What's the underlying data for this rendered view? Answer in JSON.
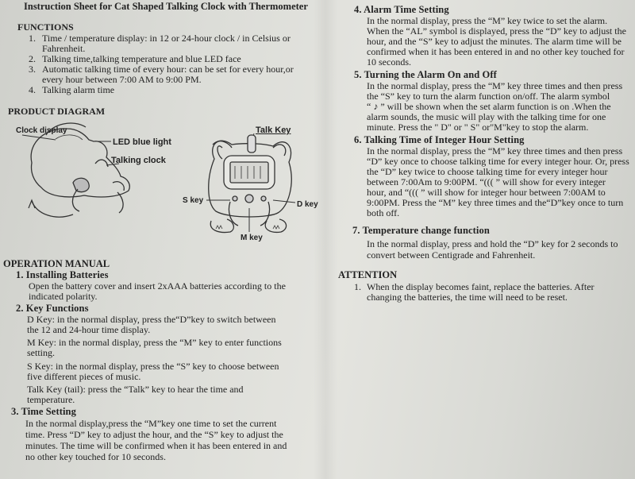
{
  "left": {
    "title": "Instruction Sheet for Cat Shaped Talking Clock with Thermometer",
    "functions_heading": "FUNCTIONS",
    "functions": [
      {
        "num": "1.",
        "lines": [
          "Time / temperature display: in 12 or 24-hour clock / in Celsius or",
          "Fahrenheit."
        ]
      },
      {
        "num": "2.",
        "lines": [
          "Talking time,talking temperature and blue LED face"
        ]
      },
      {
        "num": "3.",
        "lines": [
          "Automatic talking time of every hour: can be set for every hour,or",
          "every hour between 7:00 AM to 9:00 PM."
        ]
      },
      {
        "num": "4.",
        "lines": [
          "Talking alarm time"
        ]
      }
    ],
    "product_heading": "PRODUCT DIAGRAM",
    "diagram_labels": {
      "clock_display": "Clock display",
      "led": "LED blue light",
      "talking_clock": "Talking clock",
      "talk_key": "Talk Key",
      "s_key": "S key",
      "d_key": "D key",
      "m_key": "M key"
    },
    "operation_heading": "OPERATION MANUAL",
    "op1_heading": "1.   Installing Batteries",
    "op1_lines": [
      "Open the battery cover and insert 2xAAA batteries according to the",
      "indicated polarity."
    ],
    "op2_heading": "2.   Key Functions",
    "op2_lines": [
      "D Key: in the normal display, press the“D”key to switch between",
      "the 12 and 24-hour time display.",
      "M Key: in the  normal display, press the “M” key to enter functions",
      "setting.",
      "S Key: in the normal display, press the “S” key to choose between",
      "five different pieces of music.",
      "Talk Key (tail): press the “Talk” key to hear the time and",
      "temperature."
    ],
    "op3_heading": "3.   Time Setting",
    "op3_lines": [
      "In the normal display,press the “M”key one time to set the current",
      "time.  Press “D” key to adjust the hour, and the “S” key to adjust the",
      "minutes. The time will be confirmed when it has been entered in and",
      "no other key touched for 10 seconds."
    ]
  },
  "right": {
    "s4_heading": "4.   Alarm Time Setting",
    "s4_lines": [
      "In the normal display, press the “M” key twice to set the alarm.",
      "When the “AL” symbol is displayed, press the “D” key to adjust the",
      "hour, and the “S” key to adjust the minutes. The alarm time will be",
      "confirmed when it has been entered in and no other key touched for",
      "10 seconds."
    ],
    "s5_heading": "5.   Turning the Alarm On and Off",
    "s5_lines": [
      "In the normal display, press the “M” key three times and then press",
      "the “S” key to turn the alarm function on/off. The alarm symbol",
      "“ ♪ ” will be shown when the set alarm function is on .When the",
      "alarm sounds, the music will play with the talking time for one",
      "minute. Press the \" D\" or \" S\" or\"M\"key to stop the alarm."
    ],
    "s6_heading": "6.   Talking Time of Integer Hour Setting",
    "s6_lines": [
      "In the normal display, press the “M” key three times and then press",
      "“D” key once to choose talking time for every integer hour. Or, press",
      "the “D” key twice to choose talking time for every integer hour",
      "between 7:00Am to 9:00PM.  “((( ” will show for every integer",
      "hour, and “((( ” will show for integer hour between 7:00AM to",
      "9:00PM. Press the “M” key three times and the“D”key once to turn",
      "both off."
    ],
    "s7_heading": "7.   Temperature change function",
    "s7_lines": [
      "In the normal display, press and hold the “D” key for 2 seconds to",
      "convert between Centigrade and Fahrenheit."
    ],
    "attention_heading": "ATTENTION",
    "attention_num": "1.",
    "attention_lines": [
      "When the display becomes faint, replace the batteries. After",
      "changing the batteries, the time will need to be reset."
    ]
  }
}
